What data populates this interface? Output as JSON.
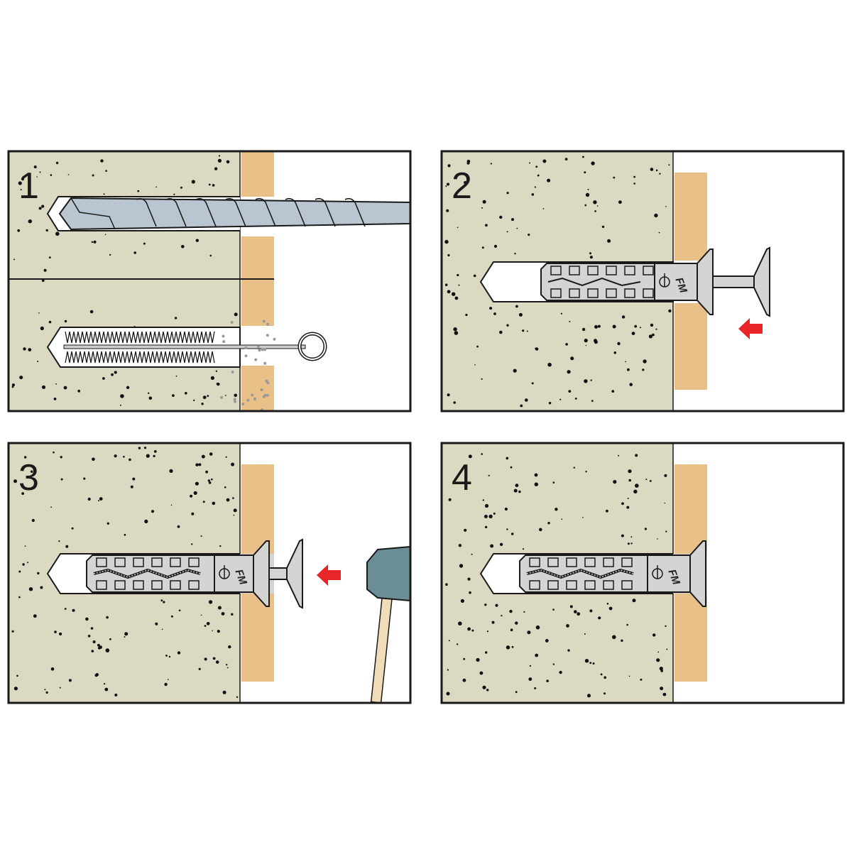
{
  "title": "Wall anchor installation steps",
  "colors": {
    "concrete": "#dcd9c3",
    "wood": "#e8c088",
    "steel": "#b9c6d1",
    "anchor": "#d4d4d4",
    "arrow": "#e8262a",
    "hammer_head": "#6b8e96",
    "handle": "#f0dcb8",
    "outline": "#1a1a1a"
  },
  "steps": [
    {
      "number": "1",
      "action": "drill-and-clean"
    },
    {
      "number": "2",
      "action": "insert-anchor"
    },
    {
      "number": "3",
      "action": "hammer-in"
    },
    {
      "number": "4",
      "action": "installed"
    }
  ],
  "anchor_logo": "FM"
}
